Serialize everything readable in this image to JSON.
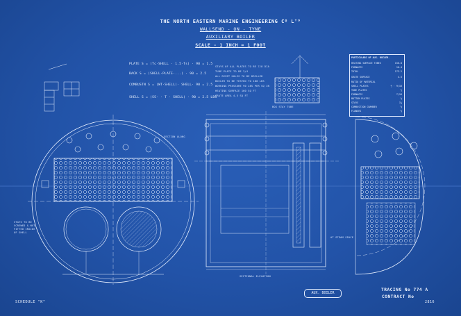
{
  "title_block": {
    "company": "THE NORTH EASTERN MARINE ENGINEERING Cº Lᵀᴰ",
    "location": "WALLSEND - ON - TYNE",
    "drawing_title": "AUXILIARY BOILER",
    "scale": "SCALE - 1 INCH = 1 FOOT"
  },
  "calculations": [
    "PLATE S = (Tc·SHELL · 1.5·Ts) · 90  = 1.5",
    "BACK S = (SHELL·PLATE·...) · 90  = 2.5",
    "COMBUSTN S = (WT·SHELL)· SHELL· 90  = 2.5",
    "SHELL S = (SS· · T · SHELL) · 90  = 2.5 LBS"
  ],
  "notes_center": [
    "STAYS OF ALL PLATES TO BE 7/8 DIA",
    "TUBE PLATE TO BE 3/4",
    "ALL RIVET HOLES TO BE DRILLED",
    "BOILER TO BE TESTED TO 180 LBS",
    "WORKING PRESSURE 90 LBS PER SQ IN",
    "HEATING SURFACE 160 SQ FT",
    "GRATE AREA 4.5 SQ FT"
  ],
  "particulars": {
    "title": "PARTICULARS OF AUX. BOILER.",
    "rows": [
      {
        "label": "HEATING SURFACE TUBES",
        "value": "156.8"
      },
      {
        "label": "FURNACES",
        "value": "16.4"
      },
      {
        "label": "TOTAL",
        "value": "173.2"
      },
      {
        "label": "GRATE SURFACE",
        "value": "4.5"
      },
      {
        "label": "RATIO OF MATERIAL",
        "value": ""
      },
      {
        "label": "SHELL PLATES",
        "value": "½ · 9/16"
      },
      {
        "label": "TUBE PLATES",
        "value": "½"
      },
      {
        "label": "FURNACES",
        "value": "7/16"
      },
      {
        "label": "BOTTOM PLATES",
        "value": "½"
      },
      {
        "label": "STAYS",
        "value": "1¼"
      },
      {
        "label": "COMBUSTION CHAMBER",
        "value": "⅝"
      },
      {
        "label": "FLANGES",
        "value": "⅝"
      }
    ]
  },
  "labels": {
    "section_left": "SECTION ALONG",
    "section_bottom": "SECTIONAL ELEVATION",
    "stay_tube": "BOX STAY TUBE",
    "right_note": "AT STEAM SPACE",
    "left_note_1": "STAYS TO BE\nSCREWED & NUT\nFITTED INSIDE\nOF SHELL"
  },
  "aux_boiler_stamp": "AUX. BOILER",
  "tracing": "TRACING  No 774 A",
  "contract": "CONTRACT  No",
  "contract_no": "2816",
  "schedule": "SCHEDULE  \"K\""
}
